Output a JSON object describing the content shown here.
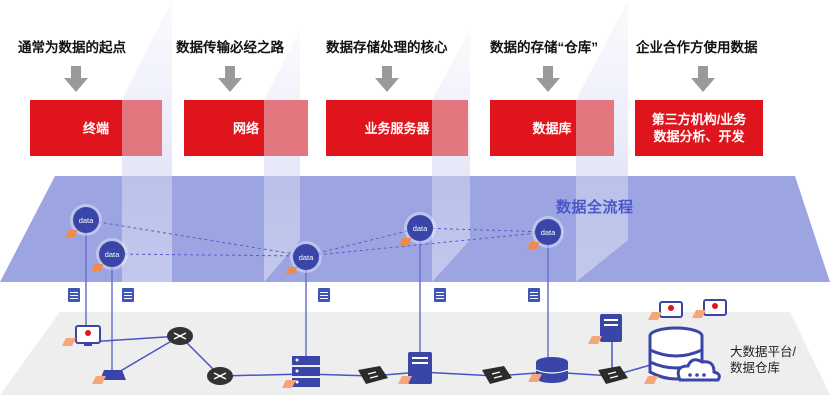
{
  "columns": [
    {
      "caption": "通常为数据的起点",
      "box": "终端"
    },
    {
      "caption": "数据传输必经之路",
      "box": "网络"
    },
    {
      "caption": "数据存储处理的核心",
      "box": "业务服务器"
    },
    {
      "caption": "数据的存储“仓库”",
      "box": "数据库"
    },
    {
      "caption": "企业合作方使用数据",
      "box_line1": "第三方机构/业务",
      "box_line2": "数据分析、开发"
    }
  ],
  "plane_title": "数据全流程",
  "data_node_label": "data",
  "platform_line1": "大数据平台/",
  "platform_line2": "数据仓库",
  "colors": {
    "red": "#e0141d",
    "plane": "#8b95dc",
    "floor": "#eeeeee",
    "node": "#3a45a8",
    "accent": "#f08a4b"
  }
}
